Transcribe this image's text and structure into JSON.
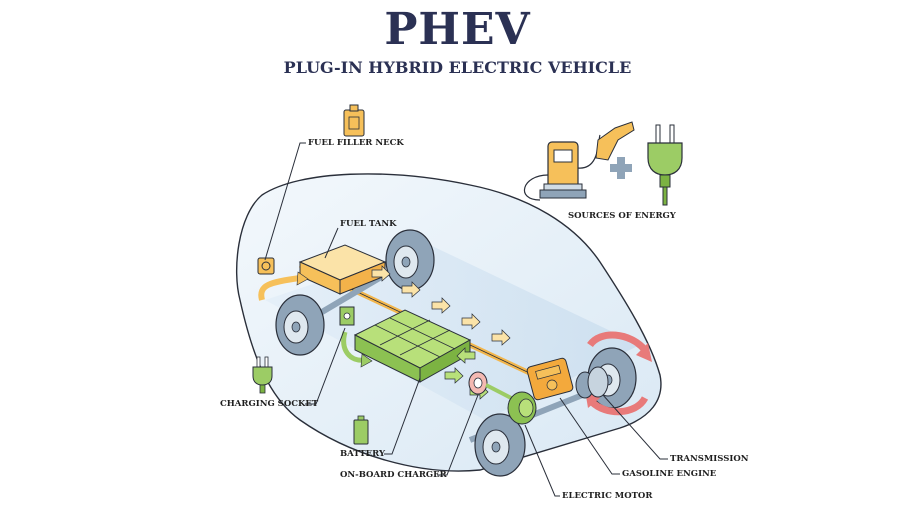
{
  "header": {
    "title": "PHEV",
    "subtitle": "PLUG-IN HYBRID ELECTRIC VEHICLE"
  },
  "labels": {
    "fuel_filler_neck": "FUEL FILLER NECK",
    "fuel_tank": "FUEL TANK",
    "sources_of_energy": "SOURCES OF ENERGY",
    "charging_socket": "CHARGING SOCKET",
    "battery": "BATTERY",
    "on_board_charger": "ON-BOARD CHARGER",
    "transmission": "TRANSMISSION",
    "gasoline_engine": "GASOLINE ENGINE",
    "electric_motor": "ELECTRIC MOTOR"
  },
  "colors": {
    "title": "#2b3154",
    "fuel": "#f6c05a",
    "battery": "#9ccc65",
    "wheel": "#8fa4b8",
    "body_tint": "#e6f0f8",
    "plug": "#6ea844",
    "rotation": "#e87a7a"
  },
  "icons": [
    "fuel-canister-icon",
    "fuel-pump-icon",
    "plus-icon",
    "plug-icon",
    "battery-icon"
  ]
}
